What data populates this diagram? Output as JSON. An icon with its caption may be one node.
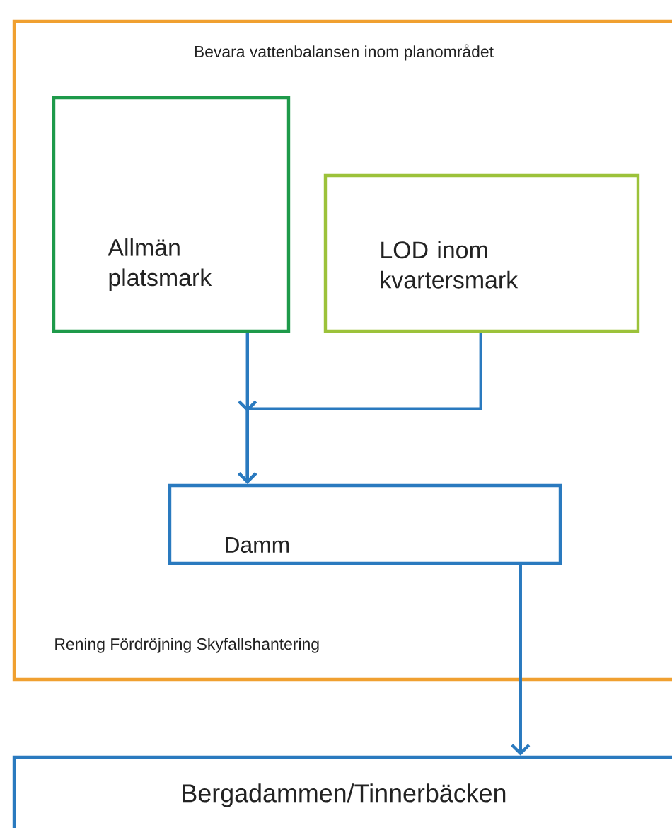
{
  "diagram": {
    "nodes": [
      {
        "text": [
          "Bevara vattenbalansen inom planområdet",
          "Rening  Fördröjning Skyfallshantering"
        ]
      },
      {
        "text": [
          "Allmän platsmark"
        ],
        "in": 0
      },
      {
        "text": [
          "LOD inom kvartersmark"
        ],
        "in": 0
      },
      {
        "text": [
          "Damm"
        ],
        "in": 0
      },
      {
        "text": [
          "Bergadammen/Tinnerbäcken"
        ]
      }
    ],
    "edges": [
      {
        "from": 1,
        "to": 3,
        "arrow": "to"
      },
      {
        "from": 2,
        "to": 3,
        "arrow": "to"
      },
      {
        "from": 3,
        "to": 4,
        "arrow": "to"
      }
    ]
  }
}
